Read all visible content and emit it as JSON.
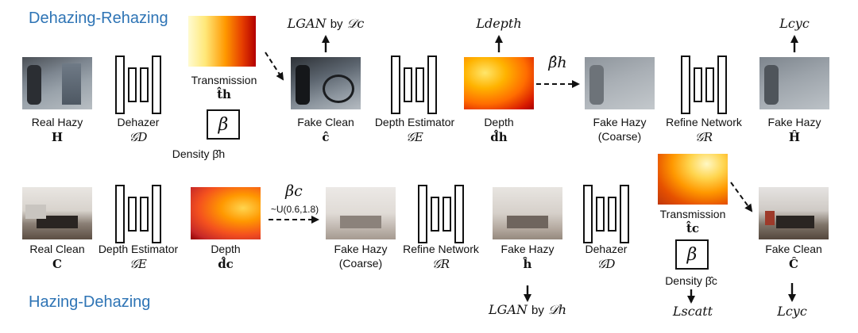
{
  "colors": {
    "section_title": "#2e74b5",
    "stroke": "#111111",
    "heat_low": "#fffbd0",
    "heat_mid": "#ff9800",
    "heat_high": "#b30000"
  },
  "top": {
    "title": "Dehazing-Rehazing",
    "real_hazy": {
      "label": "Real Hazy",
      "symbol": "H"
    },
    "dehazer": {
      "label": "Dehazer",
      "symbol": "𝒢D"
    },
    "transmission": {
      "label": "Transmission",
      "symbol": "t̂h"
    },
    "density": {
      "box": "β",
      "label": "Density β̂h"
    },
    "fake_clean": {
      "label": "Fake Clean",
      "symbol": "ĉ"
    },
    "loss_gan": {
      "loss": "LGAN",
      "by": "by",
      "disc": "𝒟c"
    },
    "depth_estimator": {
      "label": "Depth Estimator",
      "symbol": "𝒢E"
    },
    "depth": {
      "label": "Depth",
      "symbol": "d̂h"
    },
    "loss_depth": "Ldepth",
    "beta_arrow": "β̂h",
    "fake_hazy_coarse": {
      "label": "Fake Hazy",
      "sub": "(Coarse)"
    },
    "refine_network": {
      "label": "Refine Network",
      "symbol": "𝒢R"
    },
    "fake_hazy": {
      "label": "Fake Hazy",
      "symbol": "Ĥ"
    },
    "loss_cyc": "Lcyc"
  },
  "bottom": {
    "title": "Hazing-Dehazing",
    "real_clean": {
      "label": "Real Clean",
      "symbol": "C"
    },
    "depth_estimator": {
      "label": "Depth Estimator",
      "symbol": "𝒢E"
    },
    "depth": {
      "label": "Depth",
      "symbol": "d̂c"
    },
    "beta_arrow": "βc",
    "beta_range": "~U(0.6,1.8)",
    "fake_hazy_coarse": {
      "label": "Fake Hazy",
      "sub": "(Coarse)"
    },
    "refine_network": {
      "label": "Refine Network",
      "symbol": "𝒢R"
    },
    "fake_hazy": {
      "label": "Fake Hazy",
      "symbol": "ĥ"
    },
    "loss_gan": {
      "loss": "LGAN",
      "by": "by",
      "disc": "𝒟h"
    },
    "dehazer": {
      "label": "Dehazer",
      "symbol": "𝒢D"
    },
    "transmission": {
      "label": "Transmission",
      "symbol": "t̂c"
    },
    "density": {
      "box": "β",
      "label": "Density β̂c"
    },
    "loss_scatt": "Lscatt",
    "fake_clean": {
      "label": "Fake Clean",
      "symbol": "Ĉ"
    },
    "loss_cyc": "Lcyc"
  }
}
